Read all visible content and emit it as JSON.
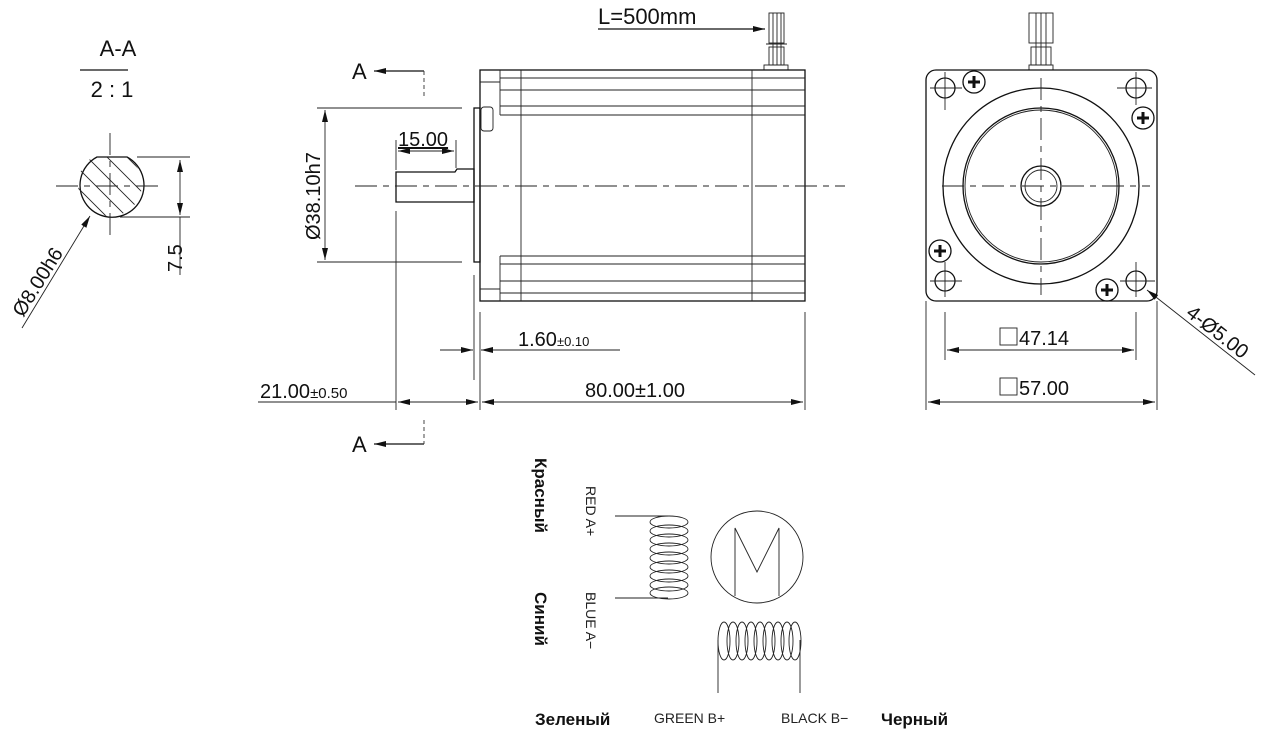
{
  "section": {
    "title": "A-A",
    "scale": "2 : 1",
    "shaft_dia": "Ø8.00h6",
    "flat": "7.5"
  },
  "side_view": {
    "cable_length": "L=500mm",
    "section_mark_top": "A",
    "section_mark_bottom": "A",
    "shaft_length": "15.00",
    "pilot_dia": "Ø38.10h7",
    "flange_thickness": "1.60",
    "flange_tol": "±0.10",
    "shaft_ext": "21.00",
    "shaft_ext_tol": "±0.50",
    "body_length": "80.00±1.00"
  },
  "front_view": {
    "hole_spacing": "47.14",
    "frame_size": "57.00",
    "holes": "4-Ø5.00"
  },
  "wiring": {
    "a_plus_ru": "Красный",
    "a_minus_ru": "Синий",
    "a_plus": "RED A+",
    "a_minus": "BLUE A−",
    "b_plus_ru": "Зеленый",
    "b_plus": "GREEN B+",
    "b_minus": "BLACK B−",
    "b_minus_ru": "Черный",
    "motor_symbol": "M"
  }
}
